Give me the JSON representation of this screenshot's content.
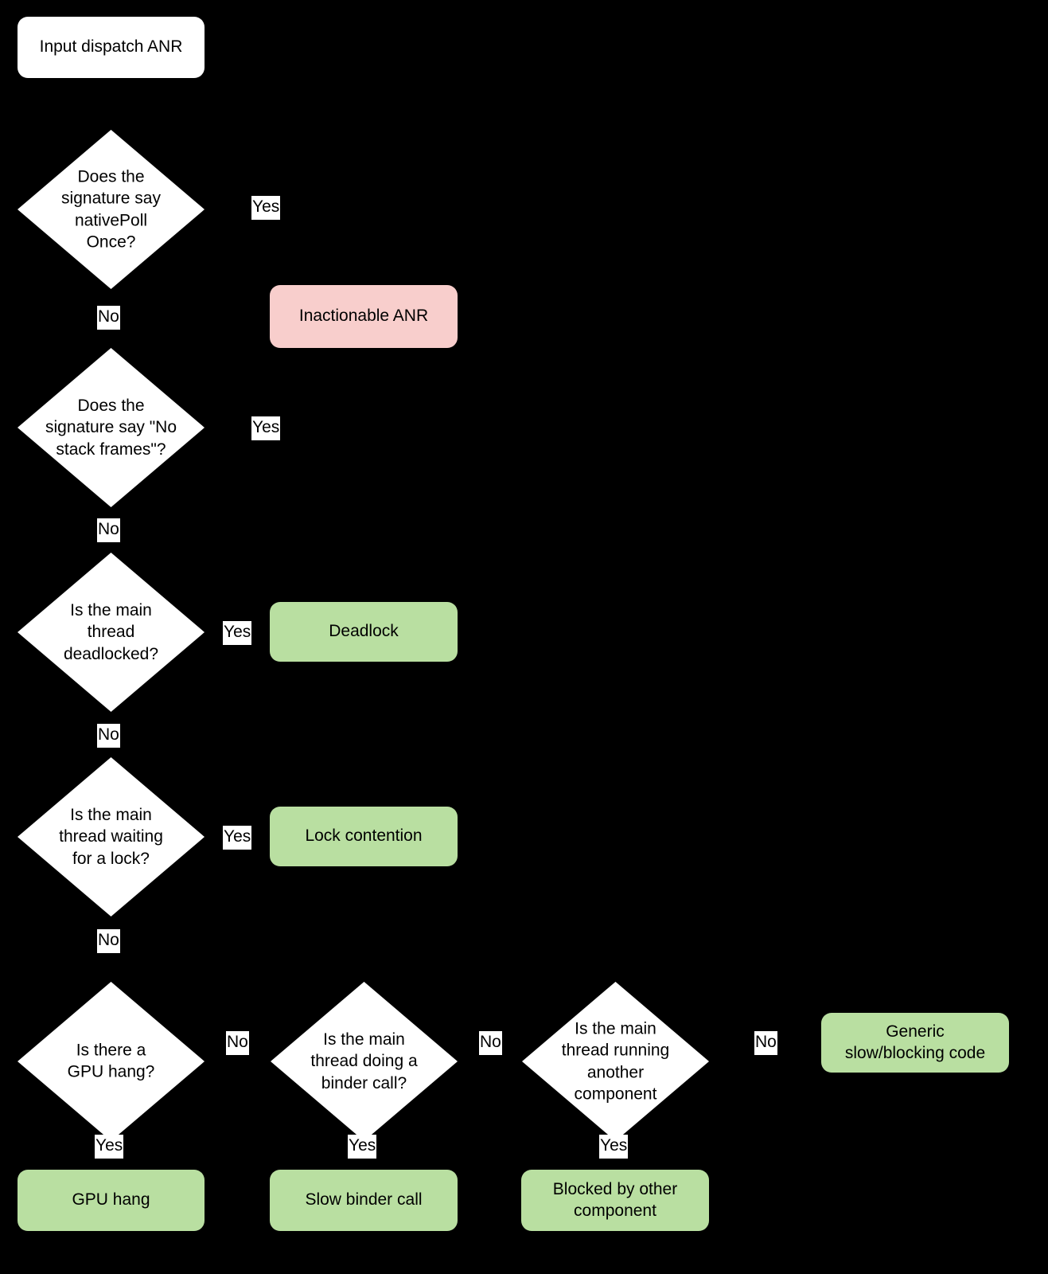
{
  "diagram": {
    "title": "Input dispatch ANR triage flowchart",
    "background_color": "#000000",
    "palette": {
      "start_fill": "#FFFFFF",
      "decision_fill": "#FFFFFF",
      "bad_outcome_fill": "#F8CECC",
      "good_outcome_fill": "#B9DFA1",
      "text_color": "#000000",
      "edge_label_fill": "#FFFFFF"
    }
  },
  "nodes": {
    "start": {
      "label": "Input dispatch ANR",
      "kind": "start"
    },
    "q_nativepollonce": {
      "label": "Does the\nsignature say\nnativePoll\nOnce?",
      "kind": "decision"
    },
    "q_nostackframes": {
      "label": "Does the\nsignature say \"No\nstack frames\"?",
      "kind": "decision"
    },
    "q_deadlocked": {
      "label": "Is the main\nthread\ndeadlocked?",
      "kind": "decision"
    },
    "q_waiting_lock": {
      "label": "Is the main\nthread waiting\nfor a lock?",
      "kind": "decision"
    },
    "q_gpu_hang": {
      "label": "Is there a\nGPU hang?",
      "kind": "decision"
    },
    "q_binder_call": {
      "label": "Is the main\nthread doing a\nbinder call?",
      "kind": "decision"
    },
    "q_other_component": {
      "label": "Is the main\nthread running\nanother\ncomponent",
      "kind": "decision"
    },
    "out_inactionable": {
      "label": "Inactionable ANR",
      "kind": "bad"
    },
    "out_deadlock": {
      "label": "Deadlock",
      "kind": "good"
    },
    "out_lock_contention": {
      "label": "Lock contention",
      "kind": "good"
    },
    "out_gpu_hang": {
      "label": "GPU hang",
      "kind": "good"
    },
    "out_slow_binder": {
      "label": "Slow binder call",
      "kind": "good"
    },
    "out_blocked_other": {
      "label": "Blocked by other\ncomponent",
      "kind": "good"
    },
    "out_generic_slow": {
      "label": "Generic\nslow/blocking code",
      "kind": "good"
    }
  },
  "edge_labels": {
    "yes_nativepoll": "Yes",
    "no_nativepoll": "No",
    "yes_nostackframes": "Yes",
    "no_nostackframes": "No",
    "yes_deadlocked": "Yes",
    "no_deadlocked": "No",
    "yes_waiting_lock": "Yes",
    "no_waiting_lock": "No",
    "no_gpu_hang": "No",
    "yes_gpu_hang": "Yes",
    "no_binder_call": "No",
    "yes_binder_call": "Yes",
    "no_other_component": "No",
    "yes_other_component": "Yes"
  },
  "edges": [
    {
      "from": "start",
      "to": "q_nativepollonce",
      "label": ""
    },
    {
      "from": "q_nativepollonce",
      "to": "out_inactionable",
      "label": "Yes"
    },
    {
      "from": "q_nativepollonce",
      "to": "q_nostackframes",
      "label": "No"
    },
    {
      "from": "q_nostackframes",
      "to": "out_inactionable",
      "label": "Yes"
    },
    {
      "from": "q_nostackframes",
      "to": "q_deadlocked",
      "label": "No"
    },
    {
      "from": "q_deadlocked",
      "to": "out_deadlock",
      "label": "Yes"
    },
    {
      "from": "q_deadlocked",
      "to": "q_waiting_lock",
      "label": "No"
    },
    {
      "from": "q_waiting_lock",
      "to": "out_lock_contention",
      "label": "Yes"
    },
    {
      "from": "q_waiting_lock",
      "to": "q_gpu_hang",
      "label": "No"
    },
    {
      "from": "q_gpu_hang",
      "to": "out_gpu_hang",
      "label": "Yes"
    },
    {
      "from": "q_gpu_hang",
      "to": "q_binder_call",
      "label": "No"
    },
    {
      "from": "q_binder_call",
      "to": "out_slow_binder",
      "label": "Yes"
    },
    {
      "from": "q_binder_call",
      "to": "q_other_component",
      "label": "No"
    },
    {
      "from": "q_other_component",
      "to": "out_blocked_other",
      "label": "Yes"
    },
    {
      "from": "q_other_component",
      "to": "out_generic_slow",
      "label": "No"
    }
  ]
}
